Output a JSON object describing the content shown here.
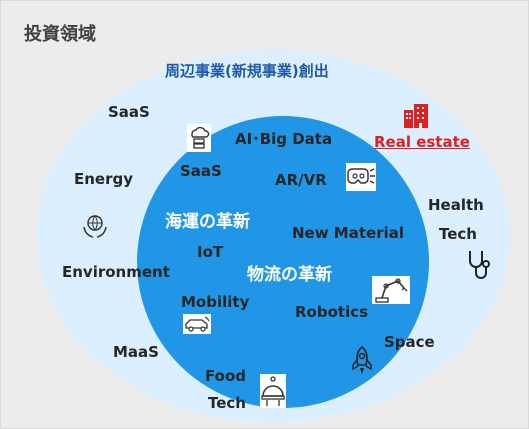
{
  "heading": "投資領域",
  "subtitle": "周辺事業(新規事業)創出",
  "outer_labels": {
    "saas": "SaaS",
    "energy": "Energy",
    "environment": "Environment",
    "maas": "MaaS",
    "food": "Food",
    "tech_food": "Tech",
    "space": "Space",
    "health": "Health",
    "tech_health": "Tech",
    "real_estate": "Real estate"
  },
  "inner_labels": {
    "ai_big_data": "AI･Big Data",
    "saas": "SaaS",
    "ar_vr": "AR/VR",
    "shipping": "海運の革新",
    "new_material": "New Material",
    "iot": "IoT",
    "logistics": "物流の革新",
    "mobility": "Mobility",
    "robotics": "Robotics"
  },
  "colors": {
    "outer_ring": "#dcefff",
    "inner_circle": "#2196e6",
    "subtitle": "#1f5aa6",
    "accent_red": "#e02020"
  },
  "icons": [
    "cloud-server-icon",
    "building-icon",
    "vr-headset-icon",
    "globe-hands-icon",
    "stethoscope-icon",
    "robot-arm-icon",
    "car-icon",
    "rocket-icon",
    "food-cloche-icon"
  ]
}
